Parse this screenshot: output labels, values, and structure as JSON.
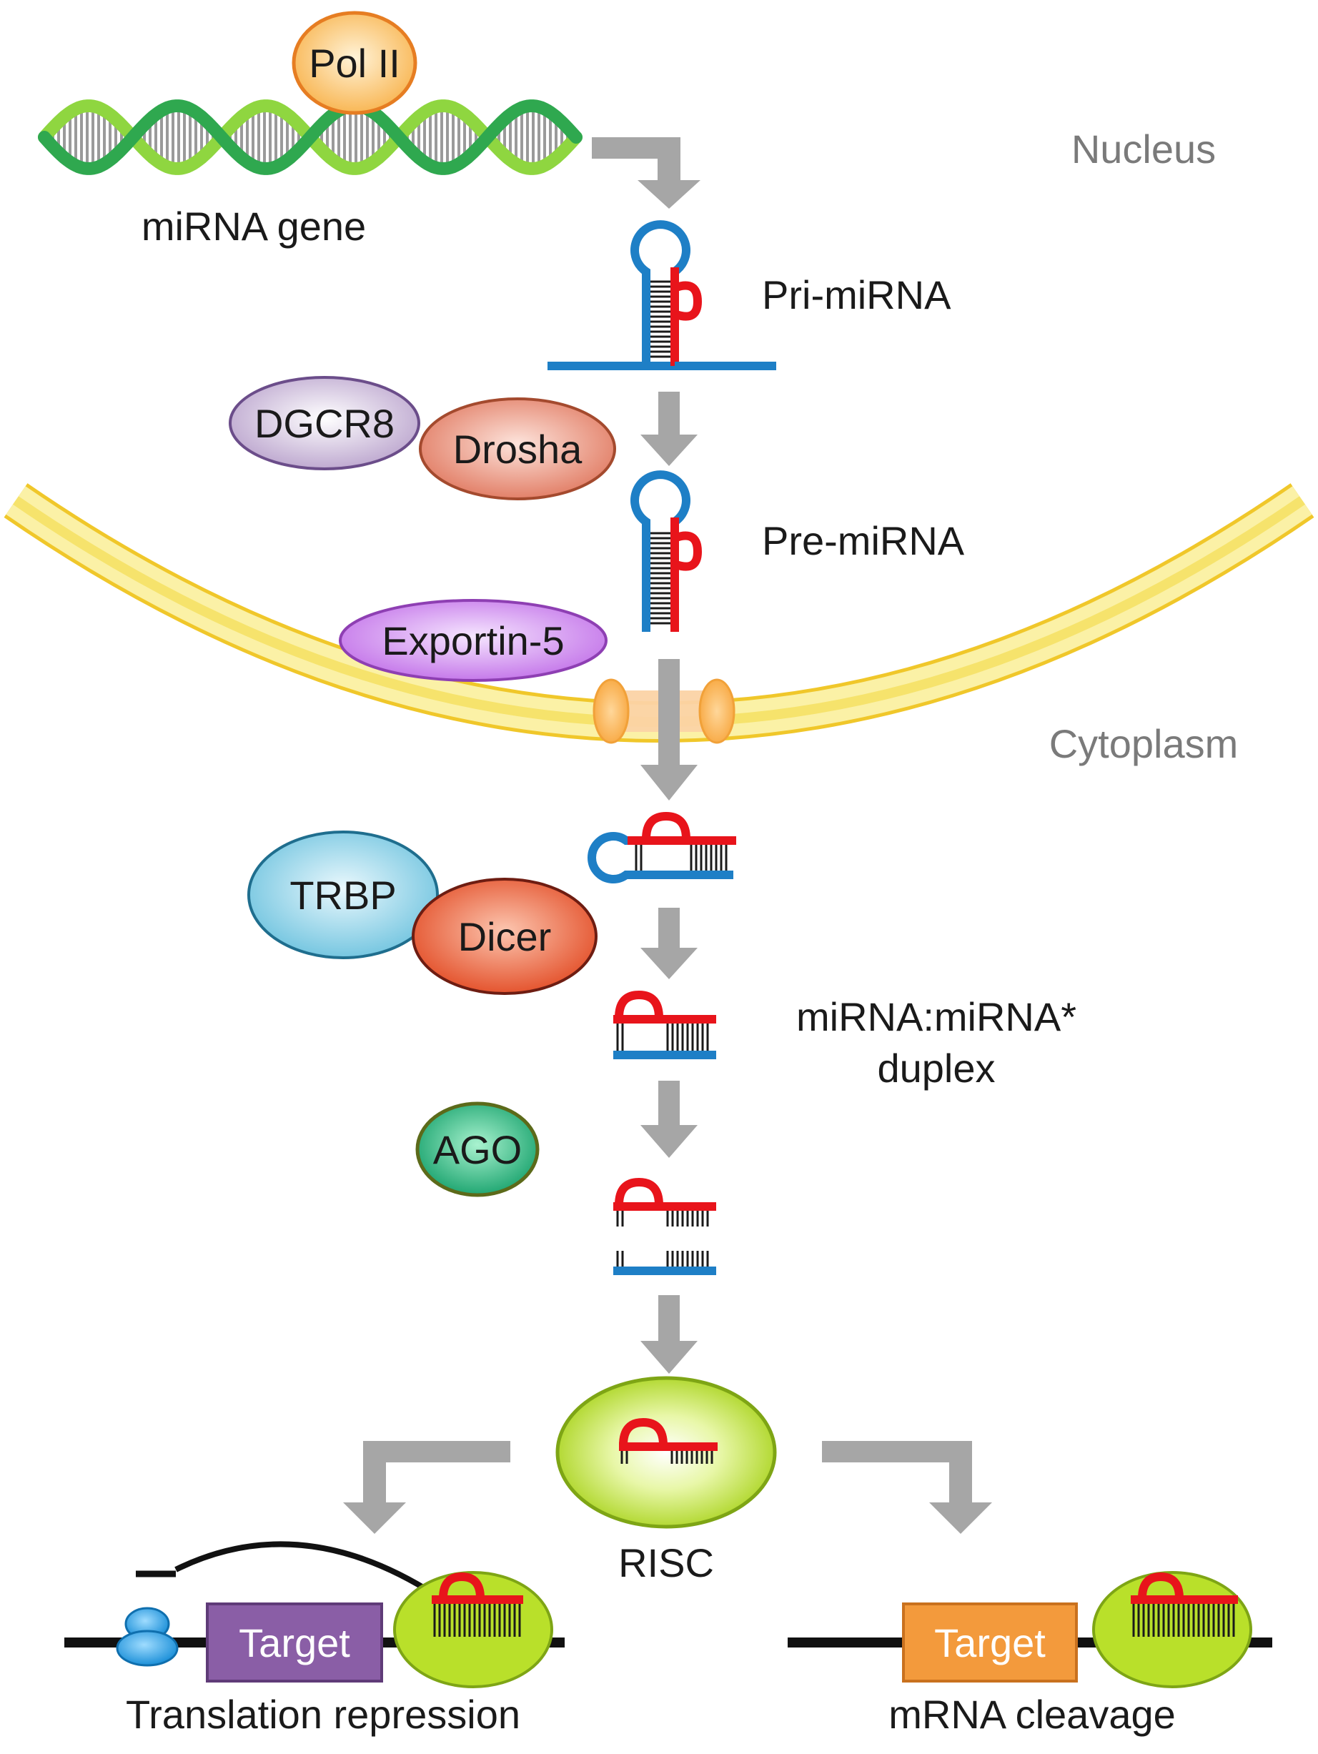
{
  "regions": {
    "nucleus": "Nucleus",
    "cytoplasm": "Cytoplasm"
  },
  "labels": {
    "mirna_gene": "miRNA gene",
    "pri_mirna": "Pri-miRNA",
    "pre_mirna": "Pre-miRNA",
    "duplex_line1": "miRNA:miRNA*",
    "duplex_line2": "duplex",
    "risc": "RISC",
    "translation_repression": "Translation repression",
    "mrna_cleavage": "mRNA cleavage"
  },
  "proteins": {
    "pol2": "Pol II",
    "dgcr8": "DGCR8",
    "drosha": "Drosha",
    "exportin5": "Exportin-5",
    "trbp": "TRBP",
    "dicer": "Dicer",
    "ago": "AGO"
  },
  "targets": {
    "left": "Target",
    "right": "Target"
  },
  "colors": {
    "arrow": "#a6a6a6",
    "mirna_strand": "#e8141b",
    "star_strand": "#1e7fc6",
    "membrane": "#f7e05a",
    "dna_dark": "#2fa84f",
    "dna_light": "#8fd640",
    "target_left": "#8a5ea6",
    "target_right": "#f39a3c",
    "risc": "#b9e02a"
  }
}
